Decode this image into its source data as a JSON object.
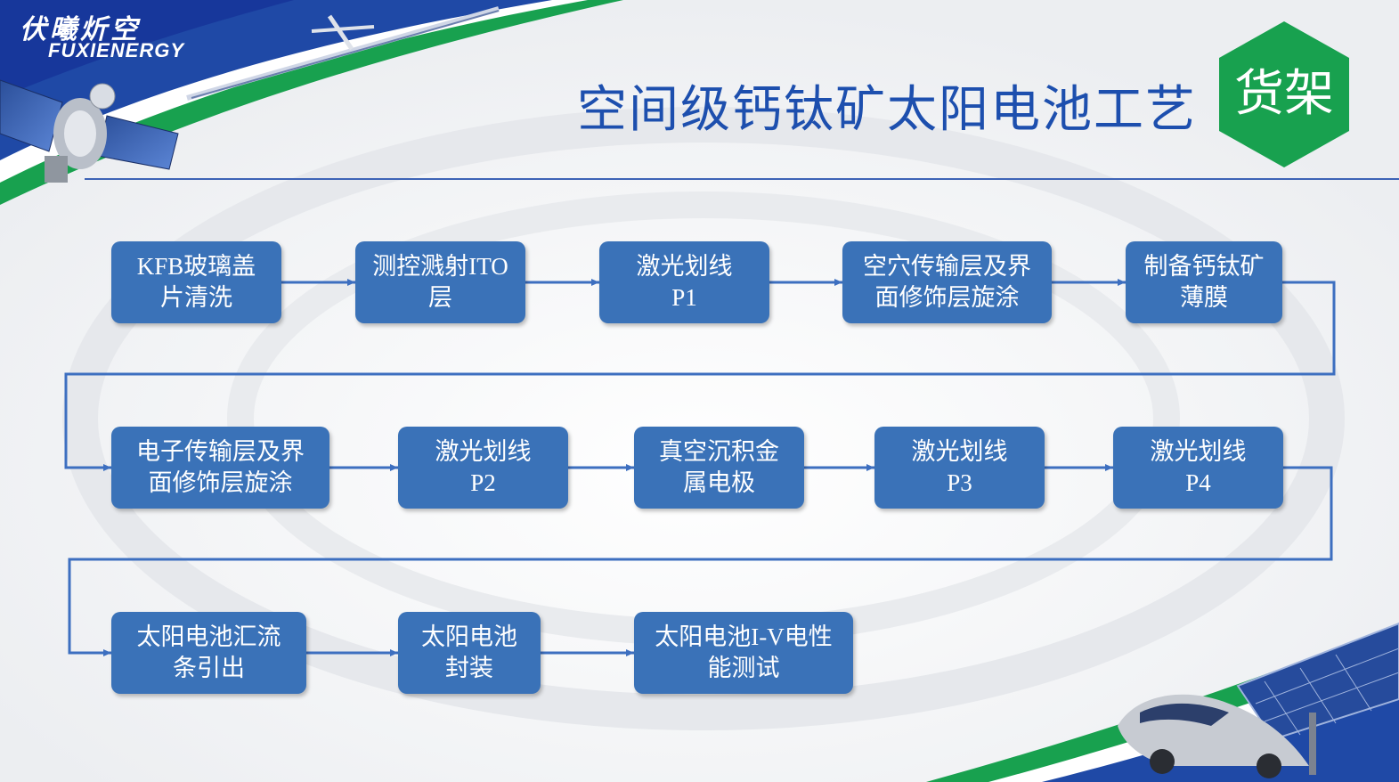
{
  "logo": {
    "cn": "伏曦炘空",
    "en": "FUXIENERGY"
  },
  "title": "空间级钙钛矿太阳电池工艺",
  "badge": "货架",
  "colors": {
    "brand_blue": "#1d4fae",
    "box_fill": "#3a72b8",
    "connector": "#3d6fc0",
    "badge_green": "#18a14f"
  },
  "steps": [
    {
      "lines": [
        "KFB玻璃盖",
        "片清洗"
      ]
    },
    {
      "lines": [
        "测控溅射ITO",
        "层"
      ]
    },
    {
      "lines": [
        "激光划线",
        "P1"
      ]
    },
    {
      "lines": [
        "空穴传输层及界",
        "面修饰层旋涂"
      ]
    },
    {
      "lines": [
        "制备钙钛矿",
        "薄膜"
      ]
    },
    {
      "lines": [
        "电子传输层及界",
        "面修饰层旋涂"
      ]
    },
    {
      "lines": [
        "激光划线",
        "P2"
      ]
    },
    {
      "lines": [
        "真空沉积金",
        "属电极"
      ]
    },
    {
      "lines": [
        "激光划线",
        "P3"
      ]
    },
    {
      "lines": [
        "激光划线",
        "P4"
      ]
    },
    {
      "lines": [
        "太阳电池汇流",
        "条引出"
      ]
    },
    {
      "lines": [
        "太阳电池",
        "封装"
      ]
    },
    {
      "lines": [
        "太阳电池I-V电性",
        "能测试"
      ]
    }
  ]
}
